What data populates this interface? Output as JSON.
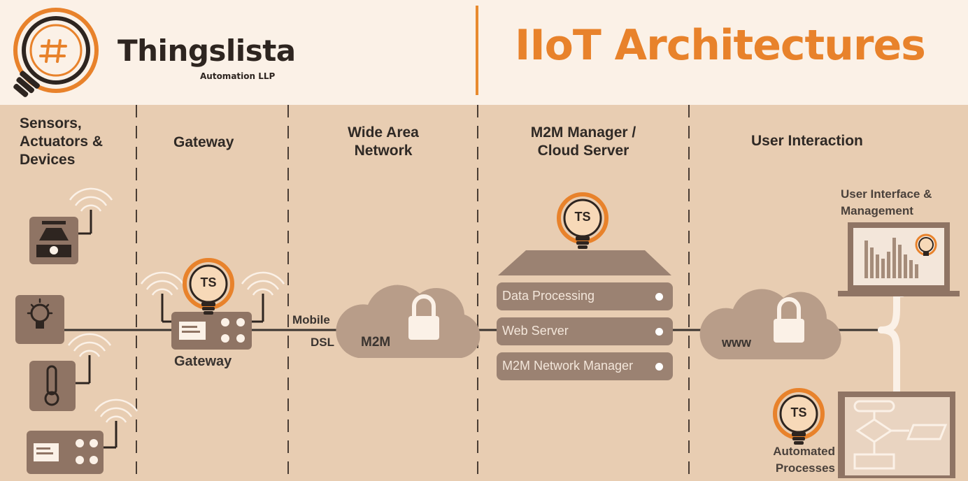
{
  "header": {
    "brand_name": "Thingslista",
    "brand_sub": "Automation LLP",
    "title": "IIoT Architectures"
  },
  "columns": {
    "devices": [
      "Sensors,",
      "Actuators &",
      "Devices"
    ],
    "gateway": "Gateway",
    "wan": [
      "Wide Area",
      "Network"
    ],
    "cloud": [
      "M2M Manager /",
      "Cloud Server"
    ],
    "user": "User Interaction"
  },
  "labels": {
    "gateway_device": "Gateway",
    "mobile": "Mobile",
    "dsl": "DSL",
    "m2m": "M2M",
    "www": "www",
    "user_interface": [
      "User Interface &",
      "Management"
    ],
    "automated": [
      "Automated",
      "Processes"
    ],
    "ts_badge": "TS"
  },
  "server": {
    "rows": [
      "Data Processing",
      "Web Server",
      "M2M Network Manager"
    ]
  },
  "colors": {
    "accent": "#e8822b",
    "diagram_bg": "#e8cdb2",
    "device_fill": "#8f7464",
    "text_dark": "#2f2925"
  }
}
